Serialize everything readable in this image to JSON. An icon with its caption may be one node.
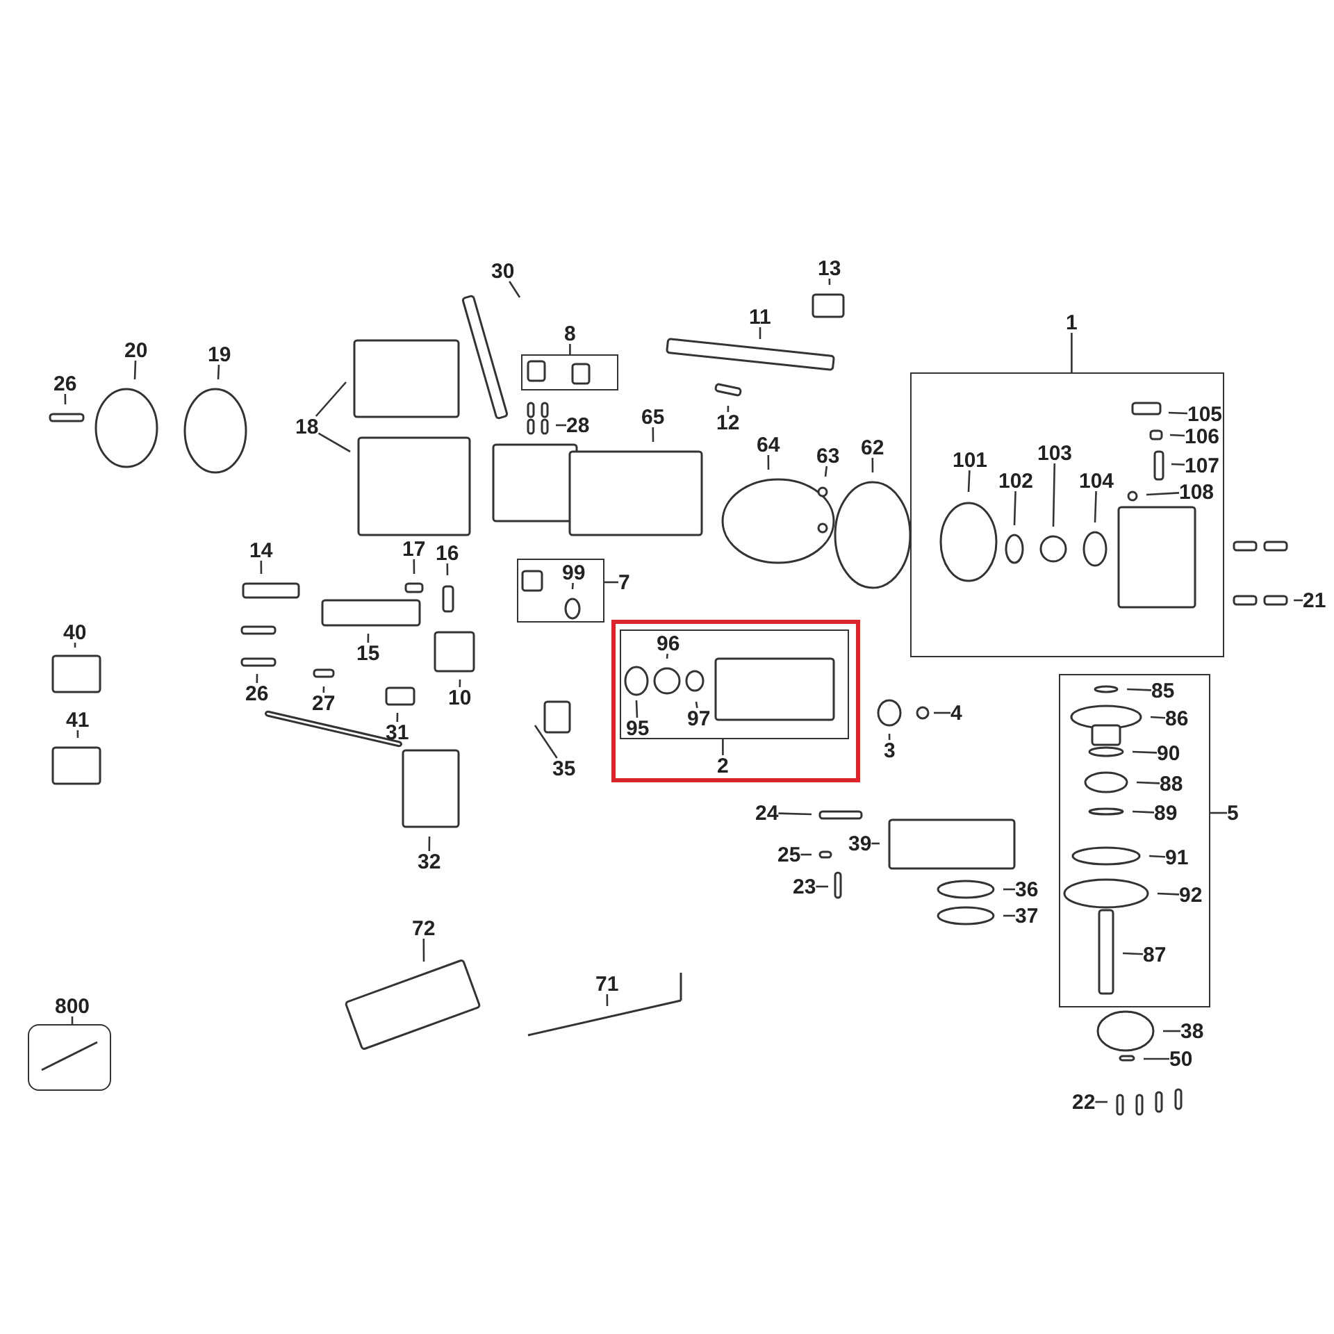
{
  "diagram": {
    "nodes": [
      {
        "text": [
          "1"
        ]
      },
      {
        "text": [],
        "shape": "box"
      },
      {
        "text": [
          "105"
        ],
        "in": 1
      },
      {
        "text": [
          "106"
        ],
        "in": 1
      },
      {
        "text": [
          "107"
        ],
        "in": 1
      },
      {
        "text": [
          "108"
        ],
        "in": 1
      },
      {
        "text": [
          "101"
        ],
        "in": 1
      },
      {
        "text": [
          "102"
        ],
        "in": 1
      },
      {
        "text": [
          "103"
        ],
        "in": 1
      },
      {
        "text": [
          "104"
        ],
        "in": 1
      },
      {
        "text": [
          "5"
        ]
      },
      {
        "text": [],
        "shape": "box"
      },
      {
        "text": [
          "85"
        ],
        "in": 11
      },
      {
        "text": [
          "86"
        ],
        "in": 11
      },
      {
        "text": [
          "90"
        ],
        "in": 11
      },
      {
        "text": [
          "88"
        ],
        "in": 11
      },
      {
        "text": [
          "89"
        ],
        "in": 11
      },
      {
        "text": [
          "91"
        ],
        "in": 11
      },
      {
        "text": [
          "92"
        ],
        "in": 11
      },
      {
        "text": [
          "87"
        ],
        "in": 11
      },
      {
        "text": [
          "2"
        ]
      },
      {
        "text": [],
        "shape": "box"
      },
      {
        "text": [
          "96"
        ],
        "in": 21
      },
      {
        "text": [
          "95"
        ],
        "in": 21
      },
      {
        "text": [
          "97"
        ],
        "in": 21
      },
      {
        "text": [
          "7"
        ]
      },
      {
        "text": [],
        "shape": "box"
      },
      {
        "text": [
          "99"
        ],
        "in": 26
      },
      {
        "text": [
          "8"
        ]
      },
      {
        "text": [],
        "shape": "box"
      },
      {
        "text": [
          "800"
        ]
      },
      {
        "text": [],
        "shape": "box"
      },
      {
        "text": [
          "30"
        ]
      },
      {
        "text": [
          "13"
        ]
      },
      {
        "text": [
          "11"
        ]
      },
      {
        "text": [
          "12"
        ]
      },
      {
        "text": [
          "28"
        ]
      },
      {
        "text": [
          "26"
        ]
      },
      {
        "text": [
          "20"
        ]
      },
      {
        "text": [
          "19"
        ]
      },
      {
        "text": [
          "18"
        ]
      },
      {
        "text": [
          "65"
        ]
      },
      {
        "text": [
          "64"
        ]
      },
      {
        "text": [
          "63"
        ]
      },
      {
        "text": [
          "62"
        ]
      },
      {
        "text": [
          "14"
        ]
      },
      {
        "text": [
          "17"
        ]
      },
      {
        "text": [
          "16"
        ]
      },
      {
        "text": [
          "15"
        ]
      },
      {
        "text": [
          "10"
        ]
      },
      {
        "text": [
          "26"
        ]
      },
      {
        "text": [
          "27"
        ]
      },
      {
        "text": [
          "31"
        ]
      },
      {
        "text": [
          "35"
        ]
      },
      {
        "text": [
          "32"
        ]
      },
      {
        "text": [
          "40"
        ]
      },
      {
        "text": [
          "41"
        ]
      },
      {
        "text": [
          "24"
        ]
      },
      {
        "text": [
          "25"
        ]
      },
      {
        "text": [
          "39"
        ]
      },
      {
        "text": [
          "23"
        ]
      },
      {
        "text": [
          "36"
        ]
      },
      {
        "text": [
          "37"
        ]
      },
      {
        "text": [
          "72"
        ]
      },
      {
        "text": [
          "71"
        ]
      },
      {
        "text": [
          "38"
        ]
      },
      {
        "text": [
          "50"
        ]
      },
      {
        "text": [
          "22"
        ]
      },
      {
        "text": [
          "21"
        ]
      },
      {
        "text": [
          "3"
        ]
      },
      {
        "text": [
          "4"
        ]
      }
    ],
    "edges": [
      {
        "from": 0,
        "to": 1,
        "arrow": "none"
      },
      {
        "from": 10,
        "to": 11,
        "arrow": "none"
      },
      {
        "from": 20,
        "to": 21,
        "arrow": "none"
      },
      {
        "from": 25,
        "to": 26,
        "arrow": "none"
      },
      {
        "from": 28,
        "to": 29,
        "arrow": "none"
      },
      {
        "from": 30,
        "to": 31,
        "arrow": "none"
      },
      {
        "from": 2,
        "to": null,
        "arrow": "none"
      },
      {
        "from": 3,
        "to": null,
        "arrow": "none"
      },
      {
        "from": 4,
        "to": null,
        "arrow": "none"
      },
      {
        "from": 5,
        "to": null,
        "arrow": "none"
      },
      {
        "from": 6,
        "to": null,
        "arrow": "none"
      },
      {
        "from": 7,
        "to": null,
        "arrow": "none"
      },
      {
        "from": 8,
        "to": null,
        "arrow": "none"
      },
      {
        "from": 9,
        "to": null,
        "arrow": "none"
      },
      {
        "from": 12,
        "to": null,
        "arrow": "none"
      },
      {
        "from": 13,
        "to": null,
        "arrow": "none"
      },
      {
        "from": 14,
        "to": null,
        "arrow": "none"
      },
      {
        "from": 15,
        "to": null,
        "arrow": "none"
      },
      {
        "from": 16,
        "to": null,
        "arrow": "none"
      },
      {
        "from": 17,
        "to": null,
        "arrow": "none"
      },
      {
        "from": 18,
        "to": null,
        "arrow": "none"
      },
      {
        "from": 19,
        "to": null,
        "arrow": "none"
      },
      {
        "from": 22,
        "to": null,
        "arrow": "none"
      },
      {
        "from": 23,
        "to": null,
        "arrow": "none"
      },
      {
        "from": 24,
        "to": null,
        "arrow": "none"
      },
      {
        "from": 27,
        "to": null,
        "arrow": "none"
      },
      {
        "from": 32,
        "to": null,
        "arrow": "none"
      },
      {
        "from": 33,
        "to": null,
        "arrow": "none"
      },
      {
        "from": 34,
        "to": null,
        "arrow": "none"
      },
      {
        "from": 35,
        "to": null,
        "arrow": "none"
      },
      {
        "from": 36,
        "to": null,
        "arrow": "none"
      },
      {
        "from": 37,
        "to": null,
        "arrow": "none"
      },
      {
        "from": 38,
        "to": null,
        "arrow": "none"
      },
      {
        "from": 39,
        "to": null,
        "arrow": "none"
      },
      {
        "from": 40,
        "to": null,
        "arrow": "none"
      },
      {
        "from": 40,
        "to": null,
        "arrow": "none"
      },
      {
        "from": 41,
        "to": null,
        "arrow": "none"
      },
      {
        "from": 42,
        "to": null,
        "arrow": "none"
      },
      {
        "from": 43,
        "to": null,
        "arrow": "none"
      },
      {
        "from": 44,
        "to": null,
        "arrow": "none"
      },
      {
        "from": 45,
        "to": null,
        "arrow": "none"
      },
      {
        "from": 46,
        "to": null,
        "arrow": "none"
      },
      {
        "from": 47,
        "to": null,
        "arrow": "none"
      },
      {
        "from": 48,
        "to": null,
        "arrow": "none"
      },
      {
        "from": 49,
        "to": null,
        "arrow": "none"
      },
      {
        "from": 50,
        "to": null,
        "arrow": "none"
      },
      {
        "from": 51,
        "to": null,
        "arrow": "none"
      },
      {
        "from": 52,
        "to": null,
        "arrow": "none"
      },
      {
        "from": 53,
        "to": null,
        "arrow": "none"
      },
      {
        "from": 54,
        "to": null,
        "arrow": "none"
      },
      {
        "from": 55,
        "to": null,
        "arrow": "none"
      },
      {
        "from": 56,
        "to": null,
        "arrow": "none"
      },
      {
        "from": 57,
        "to": null,
        "arrow": "none"
      },
      {
        "from": 58,
        "to": null,
        "arrow": "none"
      },
      {
        "from": 59,
        "to": null,
        "arrow": "none"
      },
      {
        "from": 60,
        "to": null,
        "arrow": "none"
      },
      {
        "from": 61,
        "to": null,
        "arrow": "none"
      },
      {
        "from": 62,
        "to": null,
        "arrow": "none"
      },
      {
        "from": 63,
        "to": null,
        "arrow": "none"
      },
      {
        "from": 64,
        "to": null,
        "arrow": "none"
      },
      {
        "from": 65,
        "to": null,
        "arrow": "none"
      },
      {
        "from": 66,
        "to": null,
        "arrow": "none"
      },
      {
        "from": 67,
        "to": null,
        "arrow": "none"
      },
      {
        "from": 68,
        "to": null,
        "arrow": "none"
      },
      {
        "from": 69,
        "to": null,
        "arrow": "none"
      },
      {
        "from": 70,
        "to": null,
        "arrow": "none"
      }
    ]
  }
}
